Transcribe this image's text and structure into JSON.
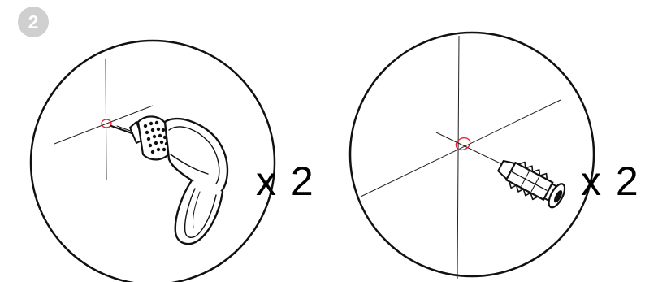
{
  "step": {
    "number": "2"
  },
  "panels": [
    {
      "tool": "drill-icon",
      "quantity": "x 2"
    },
    {
      "tool": "wall-anchor-icon",
      "quantity": "x 2"
    }
  ],
  "colors": {
    "badge": "#cfcfcf",
    "mark": "#e8222b",
    "line": "#1a1a1a"
  }
}
